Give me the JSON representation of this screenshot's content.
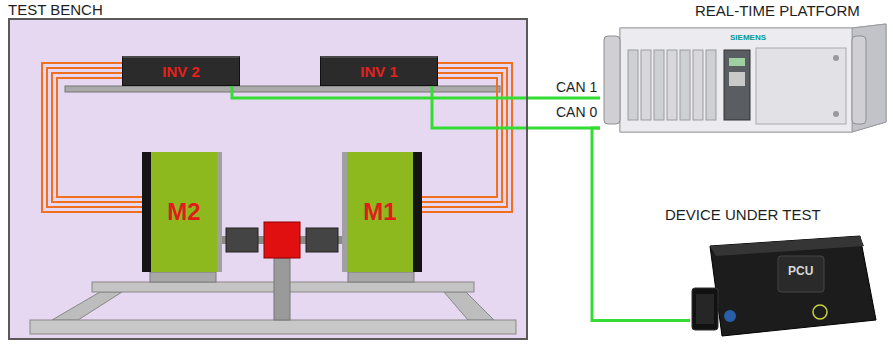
{
  "diagram": {
    "nodes": [
      {
        "text": [
          "TEST BENCH"
        ]
      },
      {
        "text": [
          "INV 2"
        ],
        "in": 0
      },
      {
        "text": [
          "INV 1"
        ],
        "in": 0
      },
      {
        "text": [
          "M2"
        ],
        "in": 0
      },
      {
        "text": [
          "M1"
        ],
        "in": 0
      },
      {
        "text": [
          "REAL-TIME PLATFORM"
        ]
      },
      {
        "text": [
          "DEVICE UNDER TEST"
        ]
      }
    ],
    "edges": [
      {
        "from": 1,
        "to": 3,
        "arrow": "none"
      },
      {
        "from": 2,
        "to": 4,
        "arrow": "none"
      },
      {
        "from": 1,
        "to": 5,
        "label": "CAN 1",
        "arrow": "none"
      },
      {
        "from": 2,
        "to": 5,
        "label": "CAN 0",
        "arrow": "none"
      },
      {
        "from": 5,
        "to": 6,
        "arrow": "none"
      }
    ],
    "labels": [
      "SIEMENS",
      "PCU"
    ]
  }
}
